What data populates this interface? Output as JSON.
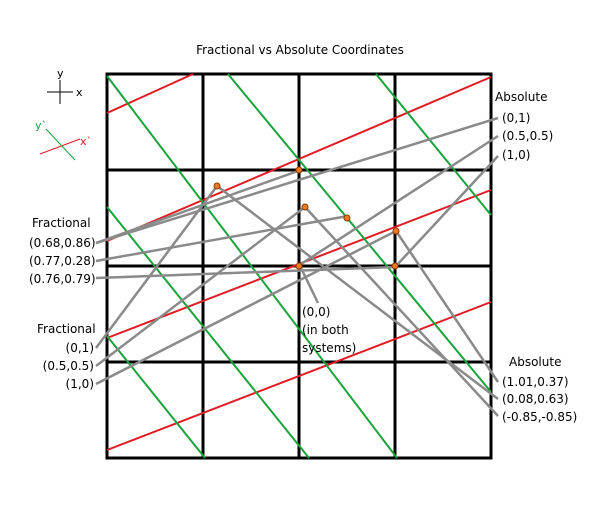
{
  "title": "Fractional vs Absolute Coordinates",
  "colors": {
    "grid": "#000000",
    "red": "#e01b24",
    "green": "#19a33b",
    "leader": "#8a8a8a",
    "point_fill": "#f07a22",
    "point_stroke": "#8a3a00"
  },
  "axes_key": {
    "absolute": {
      "x": "x",
      "y": "y"
    },
    "skewed": {
      "x": "x`",
      "y": "y`"
    }
  },
  "labels": {
    "absolute_top": {
      "heading": "Absolute",
      "items": [
        "(0,1)",
        "(0.5,0.5)",
        "(1,0)"
      ]
    },
    "fractional_top": {
      "heading": "Fractional",
      "items": [
        "(0.68,0.86)",
        "(0.77,0.28)",
        "(0.76,0.79)"
      ]
    },
    "fractional_bottom": {
      "heading": "Fractional",
      "items": [
        "(0,1)",
        "(0.5,0.5)",
        "(1,0)"
      ]
    },
    "absolute_bottom": {
      "heading": "Absolute",
      "items": [
        "(1.01,0.37)",
        "(0.08,0.63)",
        "(-0.85,-0.85)"
      ]
    },
    "origin": [
      "(0,0)",
      "(in both",
      "systems)"
    ]
  }
}
